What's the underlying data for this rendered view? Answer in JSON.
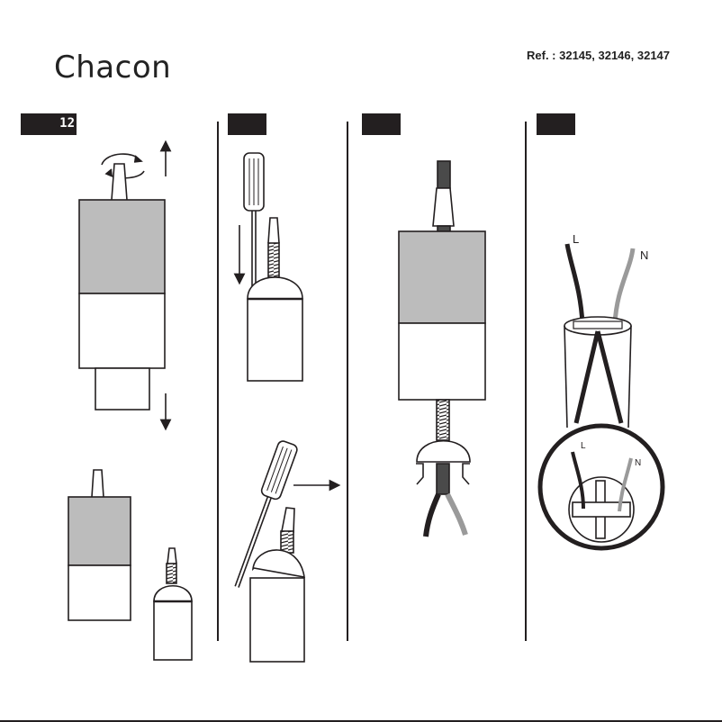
{
  "header": {
    "brand": "Chacon",
    "reference": "Ref. : 32145, 32146, 32147"
  },
  "steps": [
    {
      "badge": "12",
      "panel": "unscrew-lamp-holder"
    },
    {
      "badge": "",
      "panel": "release-clip-with-screwdriver"
    },
    {
      "badge": "",
      "panel": "thread-cable-through-holder"
    },
    {
      "badge": "",
      "panel": "connect-wires-to-terminal"
    }
  ],
  "wire_labels": {
    "live": "L",
    "neutral": "N",
    "detail_live": "L",
    "detail_neutral": "N"
  },
  "colors": {
    "ink": "#231f20",
    "shade": "#bcbcbc",
    "neutral_wire": "#9a9a9a",
    "cable_sheath": "#4a4a4a"
  }
}
